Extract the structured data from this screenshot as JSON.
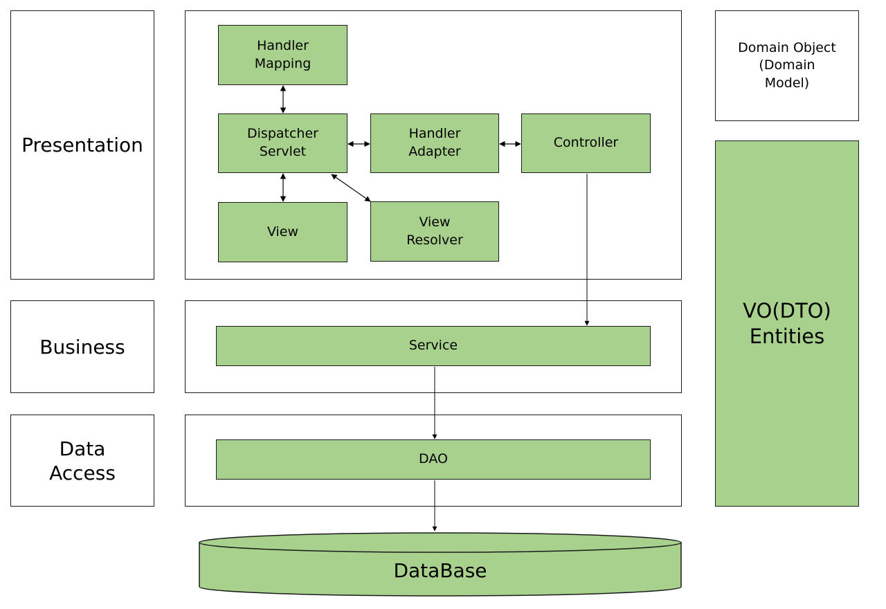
{
  "layers": {
    "presentation": "Presentation",
    "business": "Business",
    "data_access": "Data\nAccess"
  },
  "components": {
    "handler_mapping": "Handler\nMapping",
    "dispatcher_servlet": "Dispatcher\nServlet",
    "handler_adapter": "Handler\nAdapter",
    "controller": "Controller",
    "view": "View",
    "view_resolver": "View\nResolver",
    "service": "Service",
    "dao": "DAO",
    "database": "DataBase"
  },
  "side": {
    "domain_object": "Domain Object\n(Domain\nModel)",
    "vo_dto": "VO(DTO)\nEntities"
  },
  "colors": {
    "component_fill": "#a9d18e",
    "border": "#1a1a1a"
  }
}
